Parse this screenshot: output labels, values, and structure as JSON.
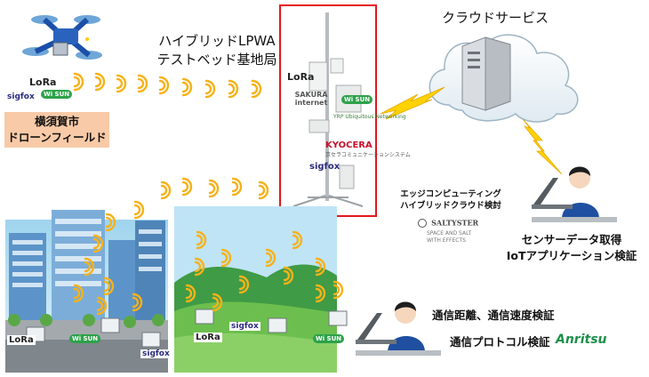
{
  "base_station": {
    "title_line1": "ハイブリッドLPWA",
    "title_line2": "テストベッド基地局",
    "highlight_color": "#e5161d"
  },
  "cloud": {
    "label": "クラウドサービス"
  },
  "drone_field": {
    "line1": "横須賀市",
    "line2": "ドローンフィールド",
    "box_color": "#f8caa7"
  },
  "edge": {
    "line1": "エッジコンピューティング",
    "line2": "ハイブリッドクラウド検討",
    "logo": "SALTYSTER",
    "logo_sub": "SPACE AND SALT WITH EFFECTS"
  },
  "sensor": {
    "line1": "センサーデータ取得",
    "line2": "IoTアプリケーション検証"
  },
  "verification": {
    "distance_speed": "通信距離、通信速度検証",
    "protocol": "通信プロトコル検証",
    "anritsu": "Anritsu"
  },
  "logos": {
    "lora": "LoRa",
    "sigfox": "sigfox",
    "wisun": "Wi SUN",
    "sakura_line1": "SAKURA",
    "sakura_line2": "internet",
    "kyocera": "KYOCERA",
    "kyocera_sub": "京セラコミュニケーションシステム",
    "yrp_sub": "YRP Ubiquitous Networking"
  },
  "colors": {
    "signal": "#f6b21a",
    "bolt": "#ffd200",
    "sky": "#bfe4f6",
    "grass": "#5fb246",
    "building": "#6b9fd0",
    "person_shirt": "#1f4fa0"
  }
}
